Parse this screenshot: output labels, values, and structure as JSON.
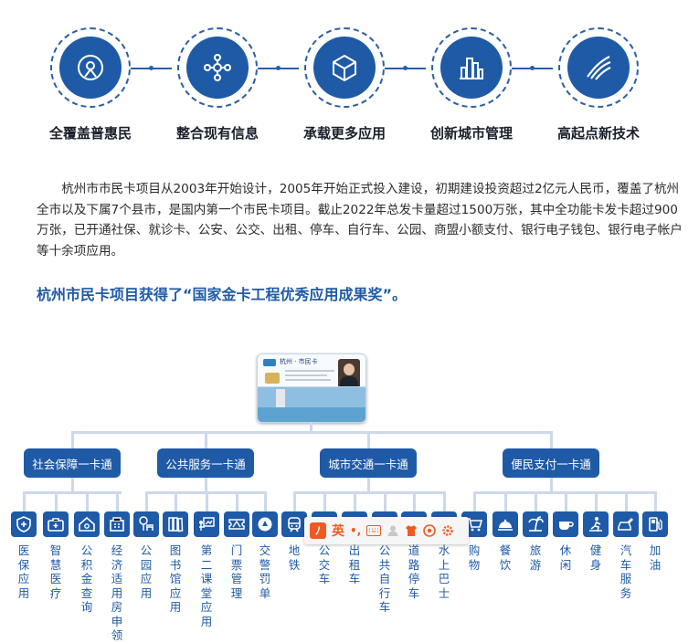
{
  "features": [
    {
      "label": "全覆盖普惠民",
      "icon": "coverage-icon"
    },
    {
      "label": "整合现有信息",
      "icon": "integration-icon"
    },
    {
      "label": "承载更多应用",
      "icon": "cube-icon"
    },
    {
      "label": "创新城市管理",
      "icon": "city-icon"
    },
    {
      "label": "高起点新技术",
      "icon": "wing-icon"
    }
  ],
  "description": "杭州市市民卡项目从2003年开始设计，2005年开始正式投入建设，初期建设投资超过2亿元人民币，覆盖了杭州全市以及下属7个县市，是国内第一个市民卡项目。截止2022年总发卡量超过1500万张，其中全功能卡发卡超过900万张，已开通社保、就诊卡、公安、公交、出租、停车、自行车、公园、商盟小额支付、银行电子钱包、银行电子帐户等十余项应用。",
  "award": "杭州市民卡项目获得了“国家金卡工程优秀应用成果奖”。",
  "card": {
    "title": "杭州 · 市民卡"
  },
  "categories": [
    {
      "label": "社会保障一卡通"
    },
    {
      "label": "公共服务一卡通"
    },
    {
      "label": "城市交通一卡通"
    },
    {
      "label": "便民支付一卡通"
    }
  ],
  "leaves": [
    {
      "label": "医保应用",
      "icon": "shield-plus-icon"
    },
    {
      "label": "智慧医疗",
      "icon": "medical-kit-icon"
    },
    {
      "label": "公积金查询",
      "icon": "house-icon"
    },
    {
      "label": "经济适用房申领",
      "icon": "building-icon"
    },
    {
      "label": "公园应用",
      "icon": "park-bench-icon"
    },
    {
      "label": "图书馆应用",
      "icon": "books-icon"
    },
    {
      "label": "第二课堂应用",
      "icon": "presentation-icon"
    },
    {
      "label": "门票管理",
      "icon": "ticket-icon"
    },
    {
      "label": "交警罚单",
      "icon": "police-badge-icon"
    },
    {
      "label": "地铁",
      "icon": "subway-icon"
    },
    {
      "label": "公交车",
      "icon": "bus-icon"
    },
    {
      "label": "出租车",
      "icon": "taxi-icon"
    },
    {
      "label": "公共自行车",
      "icon": "bicycle-icon"
    },
    {
      "label": "道路停车",
      "icon": "parking-icon"
    },
    {
      "label": "水上巴士",
      "icon": "boat-icon"
    },
    {
      "label": "购物",
      "icon": "shopping-cart-icon"
    },
    {
      "label": "餐饮",
      "icon": "dining-cloche-icon"
    },
    {
      "label": "旅游",
      "icon": "palm-tree-icon"
    },
    {
      "label": "休闲",
      "icon": "coffee-cup-icon"
    },
    {
      "label": "健身",
      "icon": "fitness-icon"
    },
    {
      "label": "汽车服务",
      "icon": "car-service-icon"
    },
    {
      "label": "加油",
      "icon": "fuel-pump-icon"
    }
  ],
  "ime_toolbar": {
    "mode_label": "英",
    "punct": "•,"
  },
  "colors": {
    "primary": "#1f5aa6",
    "connector": "#cdd8e8",
    "text": "#2c2c2c",
    "ime_accent": "#f05a22"
  }
}
